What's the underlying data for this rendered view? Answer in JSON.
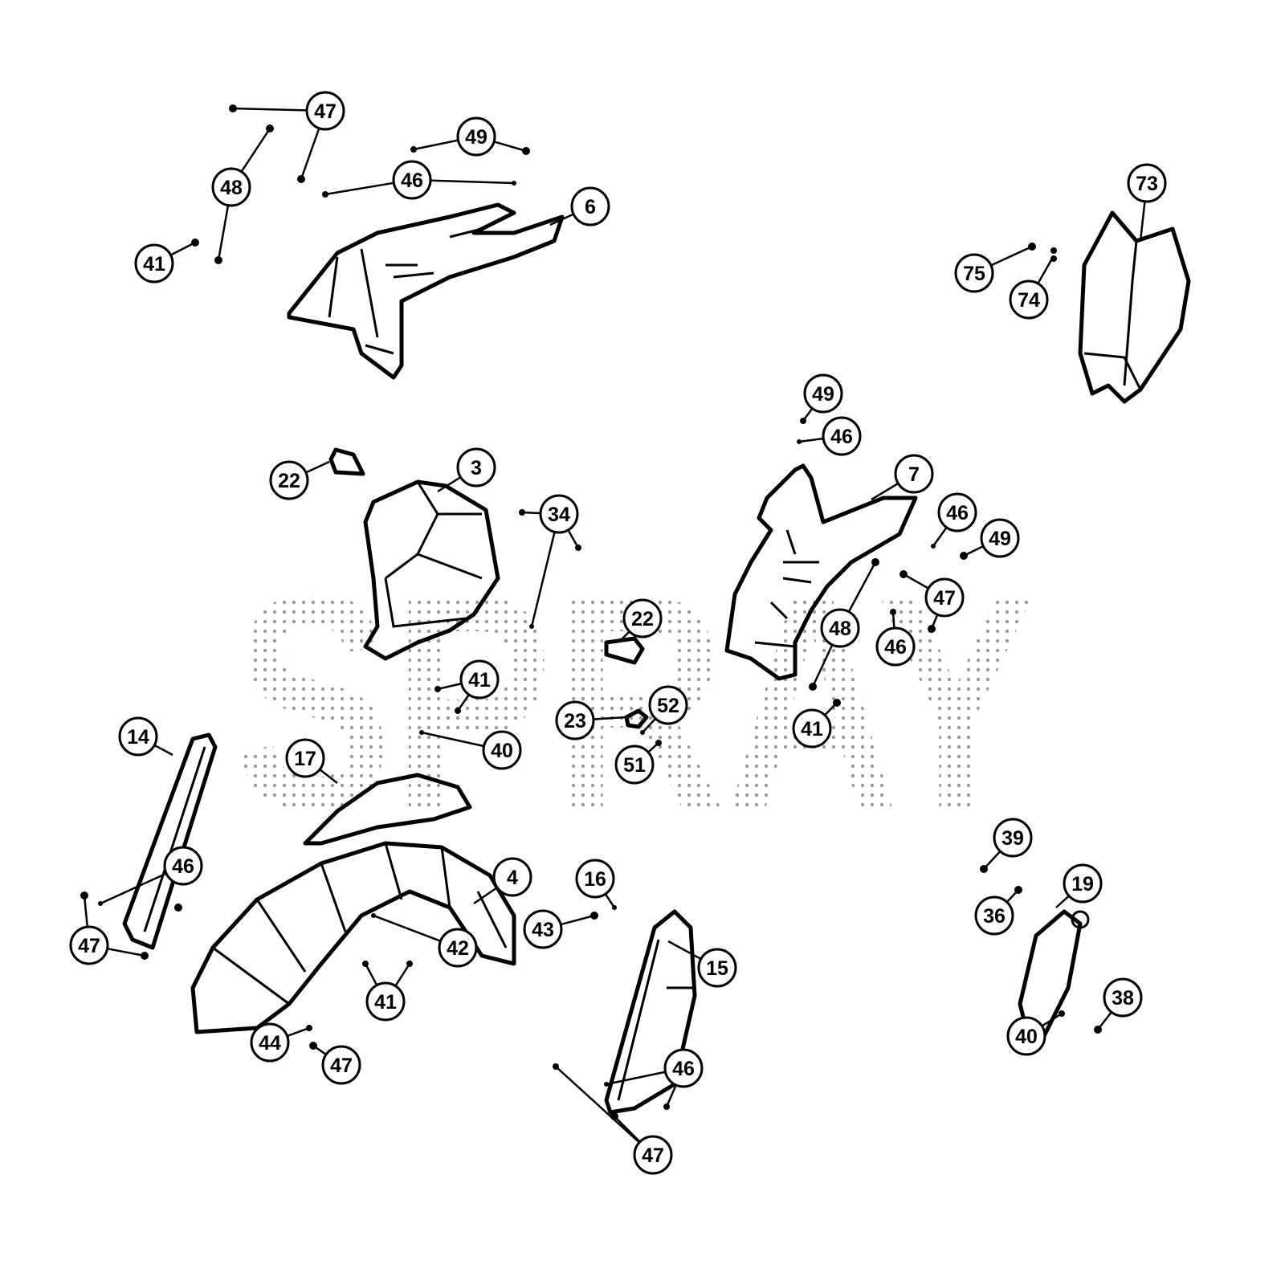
{
  "diagram": {
    "watermark": "SPRAY",
    "colors": {
      "line": "#000000",
      "watermark_dots": "#9a9a9a",
      "background": "#ffffff"
    },
    "callouts": [
      {
        "label": "47"
      },
      {
        "label": "49"
      },
      {
        "label": "48"
      },
      {
        "label": "46"
      },
      {
        "label": "6"
      },
      {
        "label": "41"
      },
      {
        "label": "73"
      },
      {
        "label": "75"
      },
      {
        "label": "74"
      },
      {
        "label": "49"
      },
      {
        "label": "46"
      },
      {
        "label": "22"
      },
      {
        "label": "3"
      },
      {
        "label": "7"
      },
      {
        "label": "34"
      },
      {
        "label": "46"
      },
      {
        "label": "49"
      },
      {
        "label": "47"
      },
      {
        "label": "48"
      },
      {
        "label": "22"
      },
      {
        "label": "46"
      },
      {
        "label": "41"
      },
      {
        "label": "52"
      },
      {
        "label": "23"
      },
      {
        "label": "41"
      },
      {
        "label": "40"
      },
      {
        "label": "51"
      },
      {
        "label": "14"
      },
      {
        "label": "17"
      },
      {
        "label": "4"
      },
      {
        "label": "16"
      },
      {
        "label": "46"
      },
      {
        "label": "47"
      },
      {
        "label": "42"
      },
      {
        "label": "43"
      },
      {
        "label": "15"
      },
      {
        "label": "41"
      },
      {
        "label": "44"
      },
      {
        "label": "47"
      },
      {
        "label": "39"
      },
      {
        "label": "19"
      },
      {
        "label": "36"
      },
      {
        "label": "38"
      },
      {
        "label": "40"
      },
      {
        "label": "46"
      },
      {
        "label": "47"
      }
    ]
  }
}
